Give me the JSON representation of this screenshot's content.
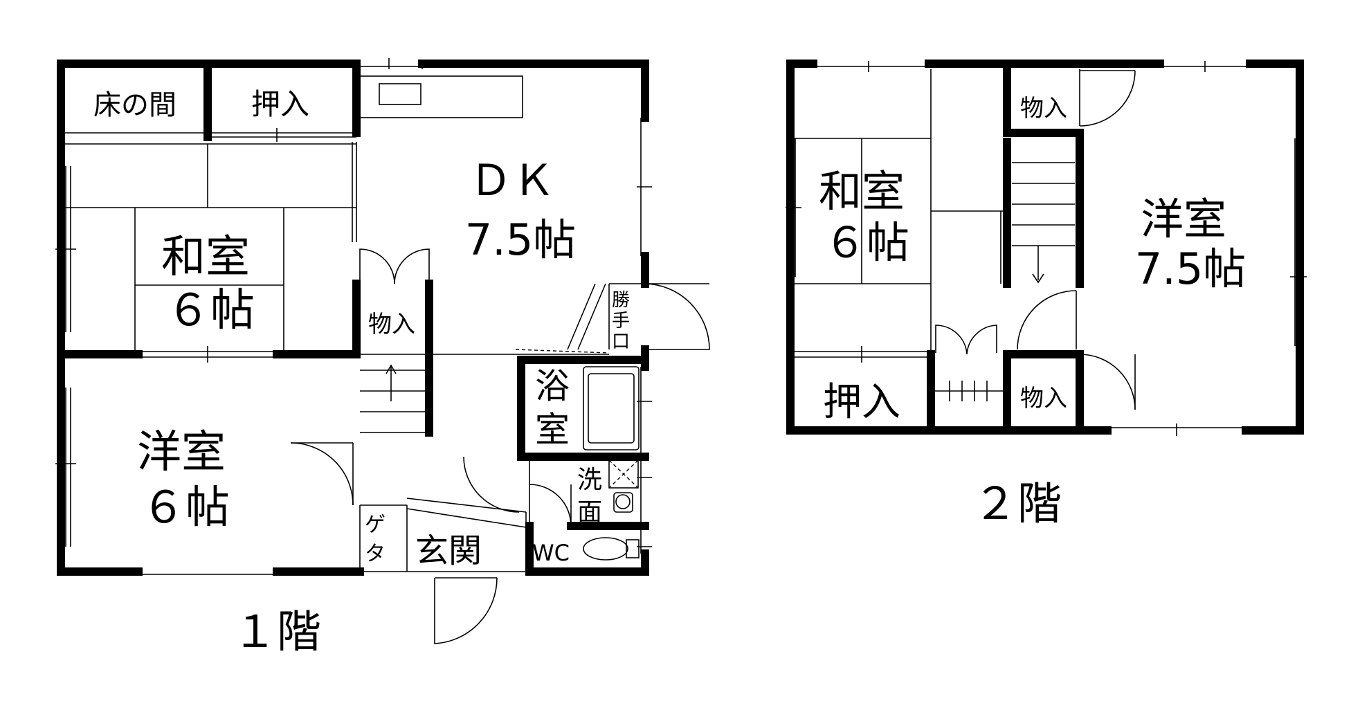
{
  "floor1": {
    "caption": "１階",
    "rooms": {
      "tokonoma": "床の間",
      "oshiire": "押入",
      "washitsu_name": "和室",
      "washitsu_size": "６帖",
      "dk_name": "ＤＫ",
      "dk_size": "7.5帖",
      "monoire": "物入",
      "kattekuchi": [
        "勝",
        "手",
        "口"
      ],
      "yoku_shitsu": [
        "浴",
        "室"
      ],
      "senmen": [
        "洗",
        "面"
      ],
      "yoshitsu_name": "洋室",
      "yoshitsu_size": "６帖",
      "geta": [
        "ゲ",
        "タ"
      ],
      "genkan": "玄関",
      "wc": "WC"
    }
  },
  "floor2": {
    "caption": "２階",
    "rooms": {
      "washitsu_name": "和室",
      "washitsu_size": "６帖",
      "monoire_top": "物入",
      "yoshitsu_name": "洋室",
      "yoshitsu_size": "7.5帖",
      "oshiire": "押入",
      "monoire_bottom": "物入"
    }
  }
}
